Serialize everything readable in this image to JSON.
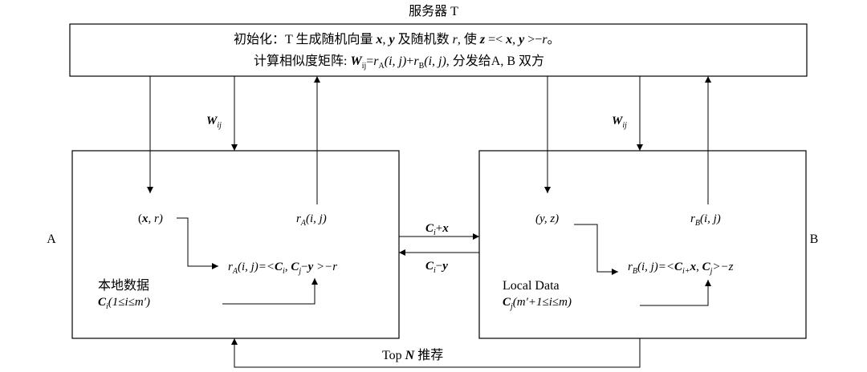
{
  "server": {
    "title": "服务器 T",
    "init_lead": "初始化：",
    "init_text_1": "T 生成随机向量 ",
    "init_x": "x",
    "init_comma": ", ",
    "init_y": "y",
    "init_text_2": " 及随机数 ",
    "init_r": "r",
    "init_text_3": ", 使 ",
    "init_z": "z",
    "init_text_4": " =< ",
    "init_x2": "x",
    "init_y2": "y",
    "init_text_5": " >−",
    "init_r2": "r",
    "init_end": "。",
    "calc_lead": "计算相似度矩阵: ",
    "calc_W": "W",
    "calc_ij": "ij",
    "calc_eq": "=",
    "calc_r": "r",
    "calc_A": "A",
    "calc_ijarg": "(i, j)",
    "calc_plus": "+",
    "calc_B": "B",
    "calc_tail": ", 分发给A, B 双方"
  },
  "labels": {
    "party_a": "A",
    "party_b": "B",
    "w_symbol": "W",
    "w_sub": "ij",
    "top_n_1": "Top ",
    "top_n_N": "N",
    "top_n_2": " 推荐"
  },
  "box_a": {
    "xr": "(x, r)",
    "xr_open": "(",
    "xr_x": "x",
    "xr_rest": ", r)",
    "ra_r": "r",
    "ra_sub": "A",
    "ra_arg": "(i, j)",
    "formula_r": "r",
    "formula_sub": "A",
    "formula_arg": "(i, j)=<",
    "formula_C1": "C",
    "formula_i": "i",
    "formula_comma": ", ",
    "formula_C2": "C",
    "formula_j": "j",
    "formula_minus": "−",
    "formula_y": "y",
    "formula_tail": " >−r",
    "local_title": "本地数据",
    "local_C": "C",
    "local_i": "i",
    "local_range": "(1≤i≤m′)"
  },
  "box_b": {
    "yz": "(y, z)",
    "rb_r": "r",
    "rb_sub": "B",
    "rb_arg": "(i, j)",
    "formula_r": "r",
    "formula_sub": "B",
    "formula_arg": "(i, j)=<",
    "formula_C1": "C",
    "formula_i": "i+",
    "formula_x": "x",
    "formula_comma": ", ",
    "formula_C2": "C",
    "formula_j": "j",
    "formula_tail": ">−z",
    "local_title": "Local Data",
    "local_C": "C",
    "local_j": "j",
    "local_range": "(m′+1≤i≤m)"
  },
  "exchange": {
    "to_b_C": "C",
    "to_b_i": "i",
    "to_b_op": "+",
    "to_b_x": "x",
    "to_a_C": "C",
    "to_a_i": "i",
    "to_a_op": "−",
    "to_a_y": "y"
  }
}
